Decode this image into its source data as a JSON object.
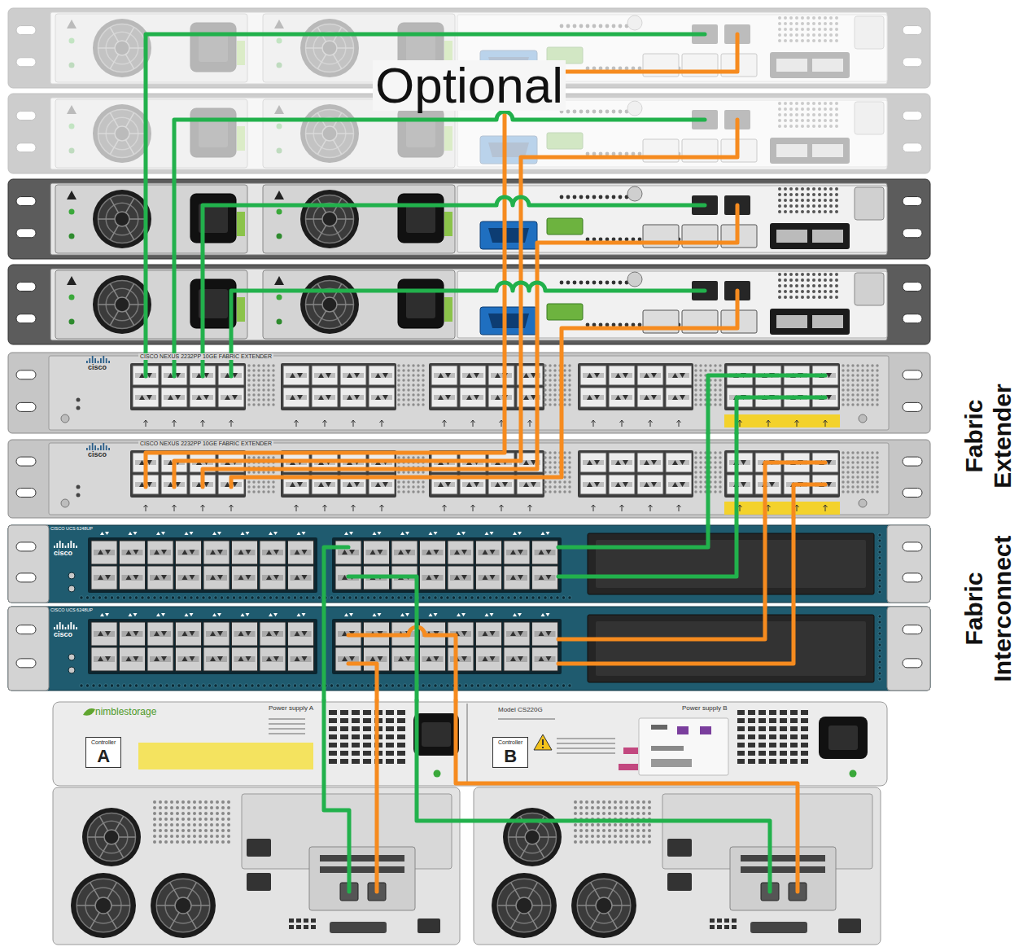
{
  "diagram": {
    "nodes": [
      {
        "text": [
          "cisco",
          "CISCO NEXUS 2232PP 10GE FABRIC EXTENDER"
        ]
      },
      {
        "text": [
          "cisco",
          "CISCO NEXUS 2232PP 10GE FABRIC EXTENDER"
        ]
      },
      {
        "text": [
          "CISCO UCS 6248UP",
          "cisco"
        ]
      },
      {
        "text": [
          "CISCO UCS 6248UP",
          "cisco"
        ]
      },
      {
        "text": [
          "nimblestorage",
          "Power supply A",
          "Model CS220G",
          "Power supply B"
        ]
      },
      {
        "text": [
          "Controller",
          "A"
        ],
        "in": 4
      },
      {
        "text": [
          "Controller",
          "B"
        ],
        "in": 4
      }
    ],
    "edges": [
      {
        "from": 0,
        "to": 2,
        "arrow": "none"
      },
      {
        "from": 0,
        "to": 2,
        "arrow": "none"
      },
      {
        "from": 1,
        "to": 3,
        "arrow": "none"
      },
      {
        "from": 1,
        "to": 3,
        "arrow": "none"
      },
      {
        "from": 2,
        "to": 4,
        "arrow": "none"
      },
      {
        "from": 2,
        "to": 4,
        "arrow": "none"
      },
      {
        "from": 3,
        "to": 4,
        "arrow": "none"
      },
      {
        "from": 3,
        "to": 4,
        "arrow": "none"
      }
    ],
    "labels": [
      "Optional",
      "Fabric Extender",
      "Fabric Interconnect"
    ]
  }
}
